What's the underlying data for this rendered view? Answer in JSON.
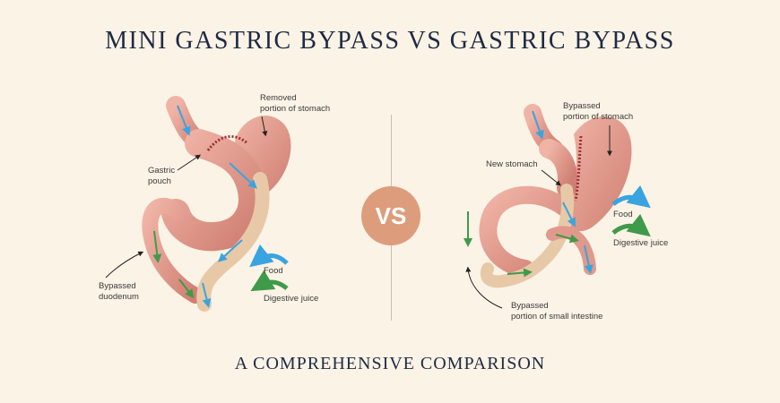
{
  "header": {
    "title": "MINI GASTRIC BYPASS VS GASTRIC BYPASS"
  },
  "footer": {
    "subtitle": "A COMPREHENSIVE COMPARISON"
  },
  "vs_badge": {
    "label": "VS"
  },
  "left_diagram": {
    "labels": {
      "removed_1": "Removed",
      "removed_2": "portion of stomach",
      "pouch_1": "Gastric",
      "pouch_2": "pouch",
      "duodenum_1": "Bypassed",
      "duodenum_2": "duodenum",
      "food": "Food",
      "juice": "Digestive juice"
    }
  },
  "right_diagram": {
    "labels": {
      "bypassed_1": "Bypassed",
      "bypassed_2": "portion of stomach",
      "new_stomach": "New stomach",
      "food": "Food",
      "juice": "Digestive juice",
      "intestine_1": "Bypassed",
      "intestine_2": "portion of small intestine"
    }
  },
  "colors": {
    "organ": "#e0998c",
    "organ_dark": "#c97b70",
    "bowel": "#e8c9a7",
    "food_arrow": "#3aa4e0",
    "juice_arrow": "#3f9a4a",
    "badge": "#dd9d7d"
  }
}
